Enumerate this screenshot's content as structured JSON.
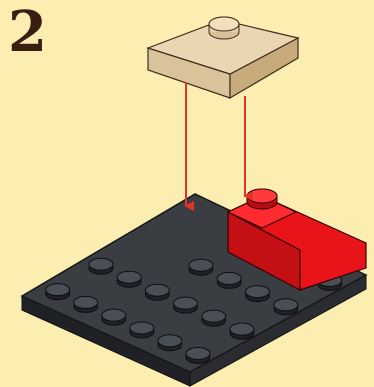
{
  "step": {
    "number": "2"
  },
  "colors": {
    "background": "#fbeeb0",
    "step_number": "#3a1e12",
    "plate": "#3a3d42",
    "plate_dark": "#23252a",
    "tan_brick": "#e9d4ae",
    "red_brick": "#e8141a",
    "arrow": "#e0332a"
  },
  "parts": [
    {
      "name": "tan-slope-brick",
      "color": "tan"
    },
    {
      "name": "red-slope-brick",
      "color": "red"
    },
    {
      "name": "dark-gray-plate",
      "color": "dark gray",
      "studs": "4x6"
    }
  ]
}
